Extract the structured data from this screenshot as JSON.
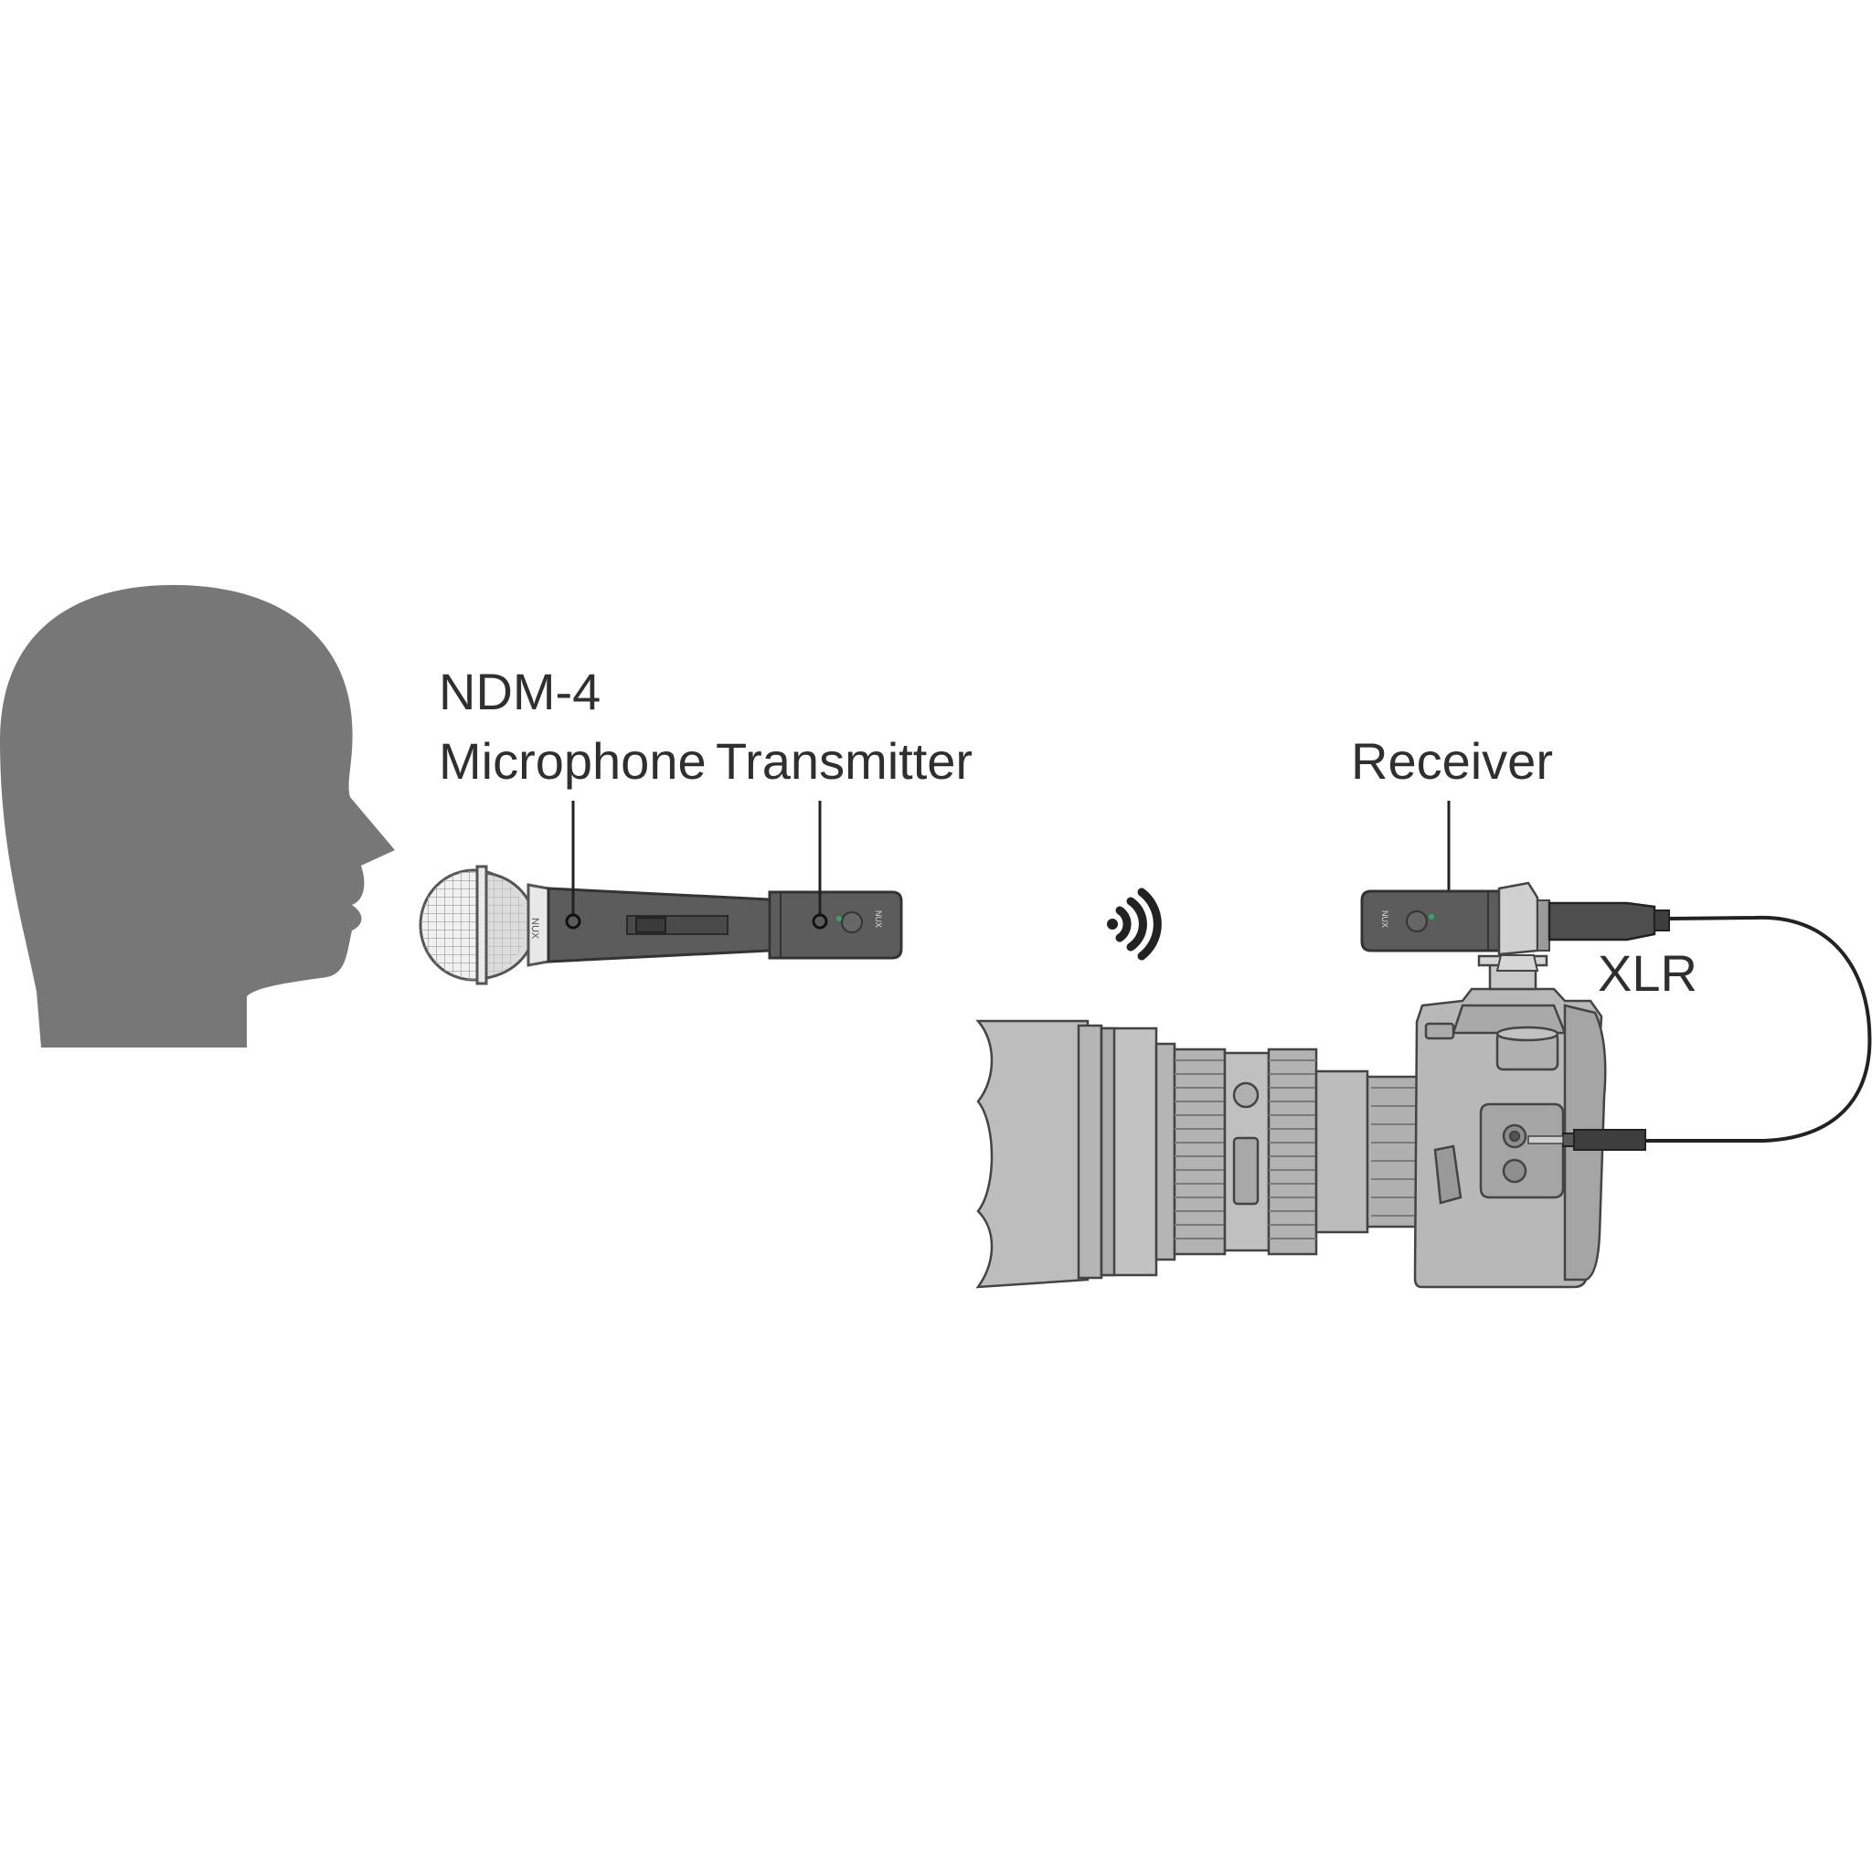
{
  "labels": {
    "model": "NDM-4",
    "microphone": "Microphone",
    "transmitter": "Transmitter",
    "receiver": "Receiver",
    "cable": "XLR"
  },
  "device_text": {
    "mic_brand": "NUX",
    "transmitter_brand": "NUX",
    "receiver_brand": "NUX"
  },
  "colors": {
    "head": "#777777",
    "device_dark": "#5c5c5c",
    "camera_light": "#bdbdbd",
    "camera_mid": "#a9a9a9",
    "led": "#3aa36a",
    "line": "#222222",
    "text": "#2f2f2f"
  },
  "icons": [
    "wireless-signal-icon"
  ]
}
